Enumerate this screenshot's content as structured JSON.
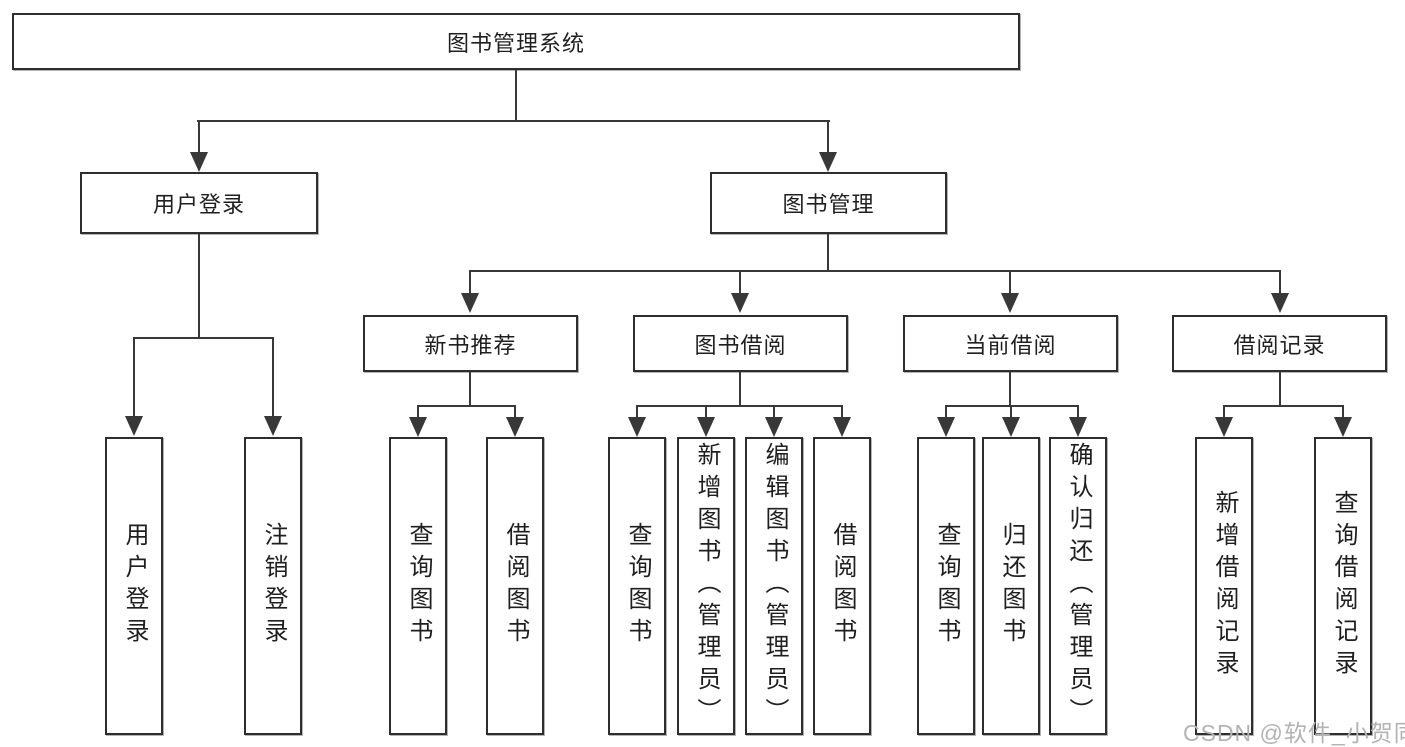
{
  "diagram": {
    "root": {
      "label": "图书管理系统"
    },
    "level2": {
      "user_login": {
        "label": "用户登录"
      },
      "book_mgmt": {
        "label": "图书管理"
      }
    },
    "level3": {
      "new_books": {
        "label": "新书推荐"
      },
      "borrowing": {
        "label": "图书借阅"
      },
      "current": {
        "label": "当前借阅"
      },
      "records": {
        "label": "借阅记录"
      }
    },
    "leaves": {
      "user_login": [
        "用户登录",
        "注销登录"
      ],
      "new_books": [
        "查询图书",
        "借阅图书"
      ],
      "borrowing": [
        "查询图书",
        "新增图书（管理员）",
        "编辑图书（管理员）",
        "借阅图书"
      ],
      "current": [
        "查询图书",
        "归还图书",
        "确认归还（管理员）"
      ],
      "records": [
        "新增借阅记录",
        "查询借阅记录"
      ]
    },
    "colors": {
      "line": "#383838",
      "border": "#2e2e2e",
      "text": "#1f1f1f",
      "background": "#ffffff",
      "watermark": "#b3b3b3"
    }
  },
  "watermark": {
    "text": "CSDN @软件_小贺同学"
  }
}
